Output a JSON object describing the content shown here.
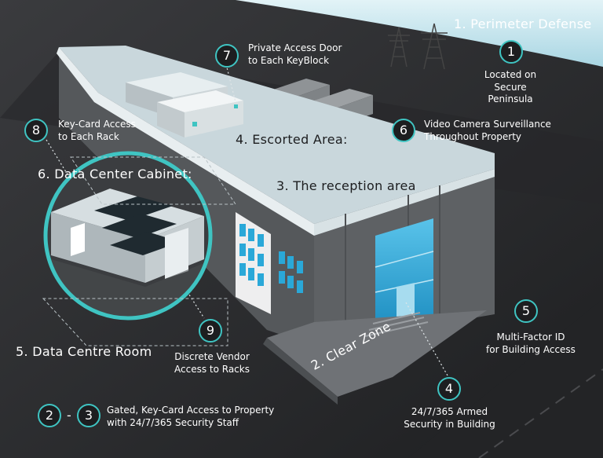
{
  "labels": {
    "perimeter_title": "1. Perimeter Defense",
    "peninsula": "Located on\nSecure Peninsula",
    "private_door": "Private Access Door\nto Each KeyBlock",
    "video": "Video Camera Surveillance\nThroughout Property",
    "keycard_rack": "Key-Card Access\nto Each Rack",
    "escorted": "4. Escorted Area:",
    "cabinet": "6. Data Center Cabinet:",
    "reception": "3. The reception area",
    "multifactor": "Multi-Factor ID\nfor Building Access",
    "data_room": "5. Data Centre Room",
    "vendor": "Discrete Vendor\nAccess to Racks",
    "clear_zone": "2. Clear Zone",
    "armed": "24/7/365 Armed\nSecurity in Building",
    "gated": "Gated, Key-Card Access to Property\nwith 24/7/365 Security Staff",
    "dash": "-"
  },
  "badges": {
    "b1": "1",
    "b7": "7",
    "b6": "6",
    "b8": "8",
    "b5": "5",
    "b9": "9",
    "b4": "4",
    "b2": "2",
    "b3": "3"
  },
  "colors": {
    "accent": "#3fc4c2",
    "glass": "#2aa8d8",
    "sky": "#c7e6ef",
    "background": "#2a2b2d"
  }
}
